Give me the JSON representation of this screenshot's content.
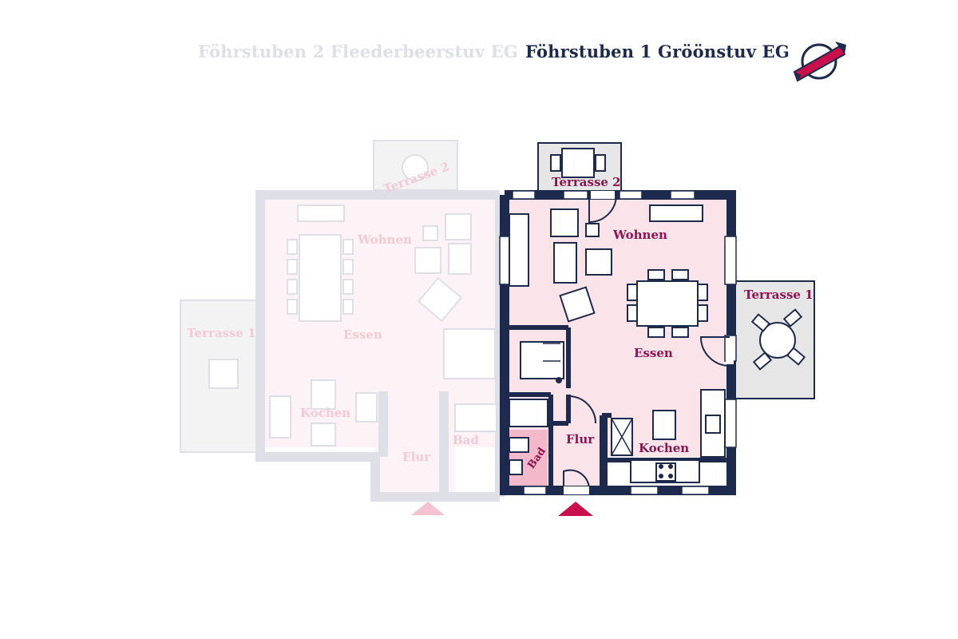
{
  "titles": {
    "faded": "Föhrstuben 2 Fleederbeerstuv EG",
    "active": "Föhrstuben 1 Gröönstuv EG"
  },
  "logo": {
    "icon": "brand-logo-icon"
  },
  "active_plan": {
    "rooms": {
      "wohnen": "Wohnen",
      "essen": "Essen",
      "kochen": "Kochen",
      "flur": "Flur",
      "bad": "Bad",
      "terrasse1": "Terrasse 1",
      "terrasse2": "Terrasse 2"
    }
  },
  "faded_plan": {
    "rooms": {
      "wohnen": "Wohnen",
      "essen": "Essen",
      "kochen": "Kochen",
      "flur": "Flur",
      "bad": "Bad",
      "terrasse1": "Terrasse 1",
      "terrasse2": "Terrasse 2"
    }
  },
  "colors": {
    "wall_active": "#1d2a4d",
    "wall_faded": "#dfe0e7",
    "floor_active": "#fbe3ea",
    "floor_faded": "#fdf2f5",
    "bath_active": "#f3b9cb",
    "terrace_active": "#e6e6e6",
    "terrace_faded": "#f3f3f3",
    "label_active": "#8c1550",
    "label_faded": "#f2c9d5",
    "accent": "#c8104d"
  }
}
